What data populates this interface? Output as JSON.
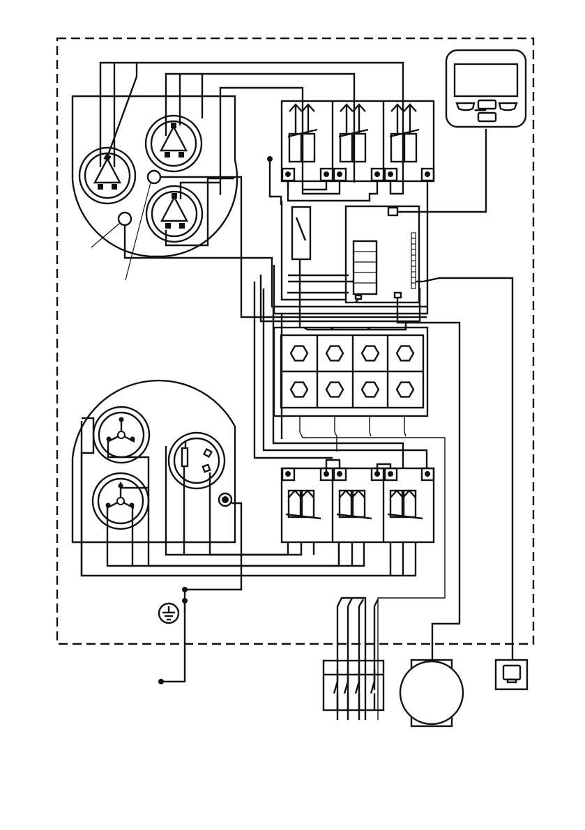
{
  "diagram": {
    "kind": "electrical wiring schematic",
    "text": [],
    "colors": {
      "line": "#111111",
      "background": "#ffffff"
    },
    "components": {
      "enclosure": "dashed-outline",
      "upper_socket_panel": {
        "sockets": 3,
        "indicator_lamps": 2
      },
      "lower_socket_panel": {
        "sockets": 3,
        "indicator_lamps": 1
      },
      "upper_breakers": 3,
      "lower_breakers": 3,
      "control_board": 1,
      "terminal_block": {
        "rows": 2,
        "columns": 4
      },
      "display_panel": {
        "buttons": 5
      },
      "earth_symbol": "ground-icon",
      "main_switch_poles": 4,
      "motor": 1,
      "comms_socket": 1
    }
  }
}
